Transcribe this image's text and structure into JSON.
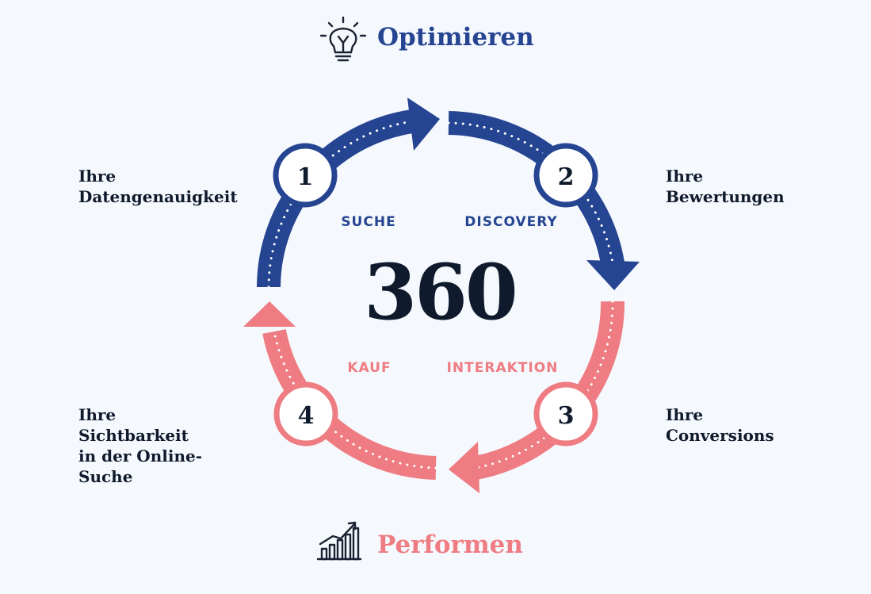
{
  "top_heading": {
    "label": "Optimieren",
    "color": "#254491",
    "icon": "lightbulb-icon"
  },
  "bottom_heading": {
    "label": "Performen",
    "color": "#ee7c82",
    "icon": "growth-chart-icon"
  },
  "center": {
    "value": "360"
  },
  "stages": {
    "suche": "SUCHE",
    "discovery": "DISCOVERY",
    "kauf": "KAUF",
    "interaktion": "INTERAKTION"
  },
  "steps": [
    {
      "number": "1",
      "lines": [
        "Ihre",
        "Datengenauigkeit"
      ],
      "color": "#254491"
    },
    {
      "number": "2",
      "lines": [
        "Ihre",
        "Bewertungen"
      ],
      "color": "#254491"
    },
    {
      "number": "3",
      "lines": [
        "Ihre",
        "Conversions"
      ],
      "color": "#ee7c82"
    },
    {
      "number": "4",
      "lines": [
        "Ihre",
        "Sichtbarkeit",
        "in der Online-",
        "Suche"
      ],
      "color": "#ee7c82"
    }
  ],
  "colors": {
    "blue": "#254491",
    "pink": "#ee7c82",
    "dark_text": "#0f1a2c",
    "background": "#f5f8fd"
  }
}
